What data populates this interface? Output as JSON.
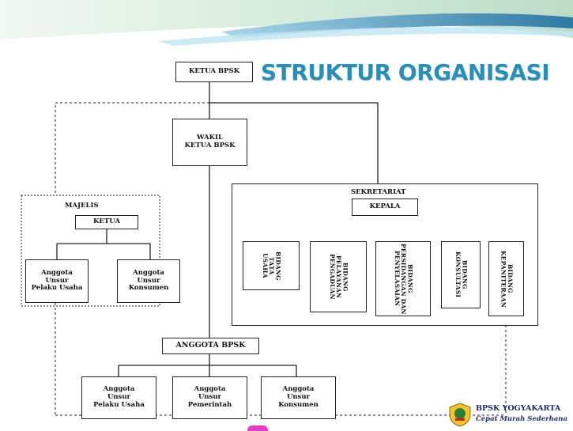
{
  "title": "STRUKTUR ORGANISASI",
  "ketua": "KETUA BPSK",
  "wakil": "WAKIL\nKETUA BPSK",
  "majelis": {
    "label": "MAJELIS",
    "ketua": "KETUA",
    "members": [
      "Anggota\nUnsur\nPelaku Usaha",
      "Anggota\nUnsur\nKonsumen"
    ]
  },
  "sekretariat": {
    "label": "SEKRETARIAT",
    "kepala": "KEPALA",
    "bidang": [
      "BIDANG\nTATA\nUSAHA",
      "BIDANG\nPELAYANAN\nPENGADUAN",
      "BIDANG\nPERSIDANGAN DAN\nPENYELASAIAN",
      "BIDANG\nKONSULTASI",
      "BIDANG\nKEPANITERAAN"
    ]
  },
  "anggota": {
    "label": "ANGGOTA BPSK",
    "members": [
      "Anggota\nUnsur\nPelaku Usaha",
      "Anggota\nUnsur\nPemerintah",
      "Anggota\nUnsur\nKonsumen"
    ]
  },
  "logo": {
    "name": "BPSK YOGYAKARTA",
    "tagline": "Cepat Murah Sederhana"
  },
  "colors": {
    "title": "#2a8fb8",
    "banner_light": "#cfe7d6",
    "banner_blue": "#2f7fb0",
    "lines": "#222222"
  }
}
